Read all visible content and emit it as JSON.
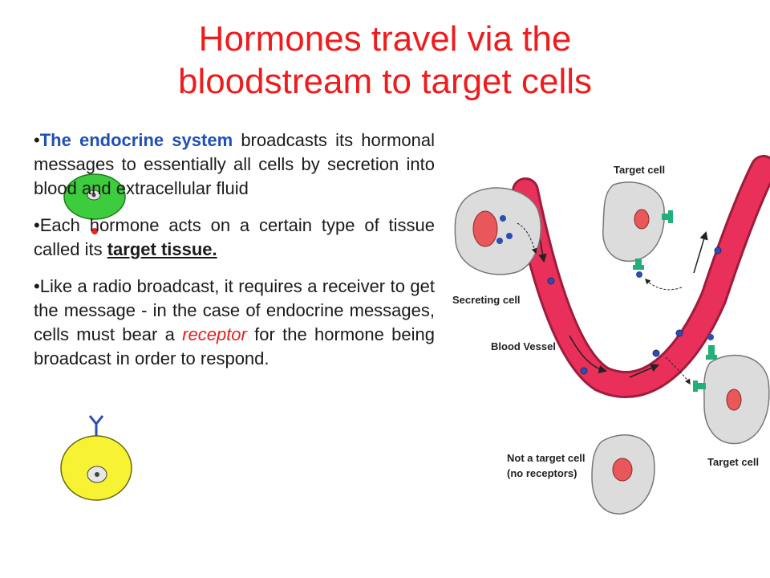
{
  "title": {
    "line1": "Hormones travel via the",
    "line2": "bloodstream to target cells"
  },
  "bullets": [
    {
      "highlight": "The endocrine system",
      "rest": " broadcasts its hormonal messages to essentially all cells by secretion into blood and extracellular fluid"
    },
    {
      "pre": "Each hormone acts on a certain type of tissue called its ",
      "emph": "target tissue."
    },
    {
      "pre": "Like a radio broadcast, it requires a receiver to get the message - in the case of endocrine messages, cells must bear a ",
      "emph": "receptor",
      "post": " for the hormone being broadcast in order to respond."
    }
  ],
  "diagram": {
    "labels": {
      "target_top": "Target cell",
      "secreting": "Secreting cell",
      "vessel": "Blood Vessel",
      "not_target_1": "Not a target cell",
      "not_target_2": "(no receptors)",
      "target_right": "Target cell"
    }
  },
  "colors": {
    "title": "#ee1c1c",
    "highlight": "#1f4fb8",
    "vessel": "#e8305a",
    "cell": "#dcdcdc",
    "nucleus": "#e8575a",
    "hormone": "#2b4fb0",
    "receptor": "#22b07a"
  }
}
